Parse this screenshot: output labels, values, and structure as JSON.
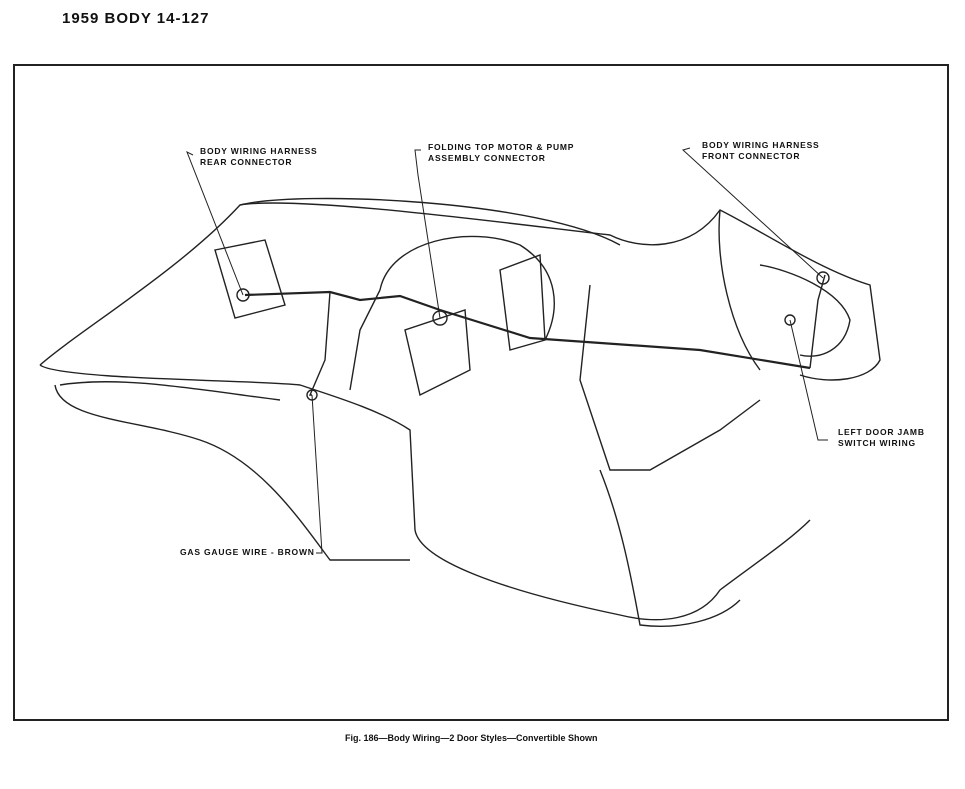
{
  "header": {
    "title": "1959 BODY 14-127"
  },
  "labels": {
    "rear_connector": [
      "BODY WIRING HARNESS",
      "REAR CONNECTOR"
    ],
    "folding_top": [
      "FOLDING TOP MOTOR & PUMP",
      "ASSEMBLY CONNECTOR"
    ],
    "front_connector": [
      "BODY WIRING HARNESS",
      "FRONT CONNECTOR"
    ],
    "door_jamb": [
      "LEFT DOOR JAMB",
      "SWITCH WIRING"
    ],
    "gas_gauge": "GAS GAUGE WIRE - BROWN"
  },
  "caption": "Fig. 186—Body Wiring—2 Door Styles—Convertible Shown"
}
